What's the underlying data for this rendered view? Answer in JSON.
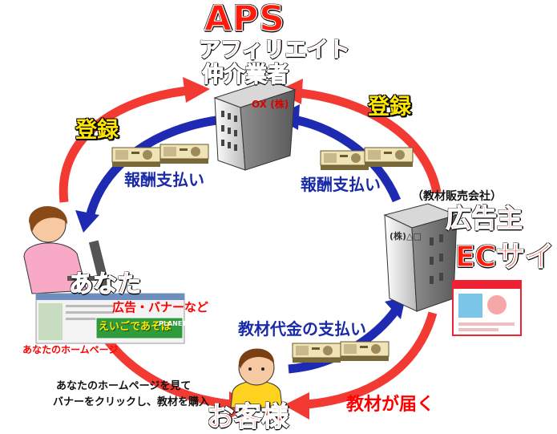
{
  "title": {
    "aps": "APS",
    "line1": "アフィリエイト",
    "line2": "仲介業者"
  },
  "labels": {
    "register_left": "登録",
    "register_right": "登録",
    "reward_left": "報酬支払い",
    "reward_right": "報酬支払い",
    "advertiser_sub": "（教材販売会社）",
    "advertiser": "広告主",
    "ec_site": "ECサイト",
    "you": "あなた",
    "ad_banner": "広告・バナーなど",
    "your_homepage": "あなたのホームページ",
    "payment_materials": "教材代金の支払い",
    "materials_arrive": "教材が届く",
    "customer": "お客様",
    "customer_desc_1": "あなたのホームページを見て",
    "customer_desc_2": "バナーをクリックし、教材を購入"
  },
  "building_signs": {
    "aps_sign": "OX (株)",
    "advertiser_sign": "(株)△□"
  },
  "banner": {
    "text": "えいごであそぼ",
    "badge": "PLANET"
  },
  "colors": {
    "red_arrow": "#f23a33",
    "blue_arrow": "#1f2ab3",
    "banknote": "#e9d9a8"
  }
}
